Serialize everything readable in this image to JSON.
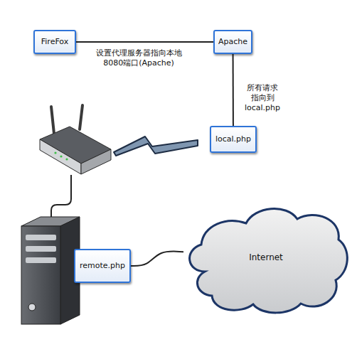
{
  "diagram": {
    "nodes": [
      {
        "text": [
          "FireFox"
        ]
      },
      {
        "text": [
          "Apache"
        ]
      },
      {
        "text": [
          "local.php"
        ]
      },
      {
        "text": [
          "remote.php"
        ]
      },
      {
        "text": [
          "Internet"
        ]
      }
    ],
    "edges": [
      {
        "from": 0,
        "to": 1,
        "arrow": "none",
        "label": "设置代理服务器指向本地 8080端口(Apache)"
      },
      {
        "from": 1,
        "to": 2,
        "arrow": "none",
        "label": "所有请求 指向到 local.php"
      },
      {
        "from": 3,
        "to": 4,
        "arrow": "none"
      }
    ]
  }
}
